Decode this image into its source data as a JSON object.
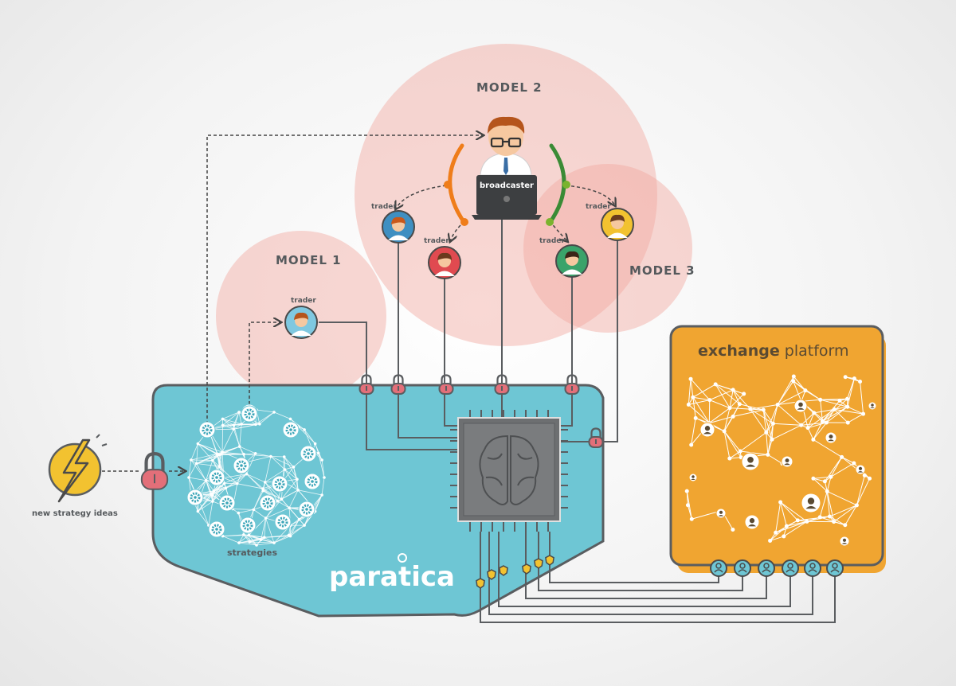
{
  "models": {
    "model1": "MODEL 1",
    "model2": "MODEL 2",
    "model3": "MODEL 3"
  },
  "labels": {
    "broadcaster": "broadcaster",
    "trader": "trader",
    "new_strategy_ideas": "new strategy ideas",
    "strategies": "strategies",
    "brand": "paratica",
    "exchange_bold": "exchange",
    "exchange_rest": " platform"
  },
  "colors": {
    "teal": "#6ec6d4",
    "pink": "#f2b5ae",
    "orange": "#f0a531",
    "lock": "#e36f79",
    "line": "#5a5d60",
    "chip": "#6d6f71"
  },
  "icons": [
    "lightning-icon",
    "lock-icon",
    "brain-icon",
    "gear-icon",
    "user-icon",
    "laptop-icon",
    "shield-icon"
  ]
}
